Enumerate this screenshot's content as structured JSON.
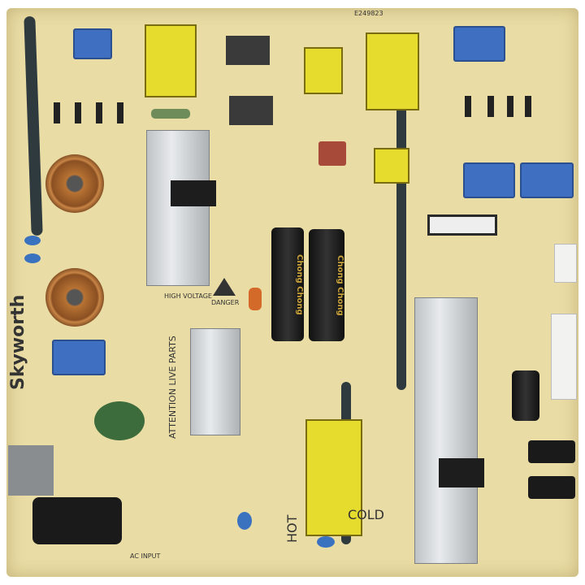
{
  "board": {
    "brand": "Skyworth",
    "cert_number": "E249823",
    "warnings": {
      "high_voltage": "HIGH VOLTAGE",
      "danger": "DANGER",
      "attention": "ATTENTION LIVE PARTS"
    },
    "zones": {
      "hot": "HOT",
      "cold": "COLD"
    },
    "ac_input": "AC INPUT",
    "bulk_capacitor_brand": "Chong Chong",
    "colors": {
      "pcb": "#e9dca4",
      "capacitor_blue": "#3e6fc0",
      "transformer_yellow": "#e6dc2e"
    }
  }
}
